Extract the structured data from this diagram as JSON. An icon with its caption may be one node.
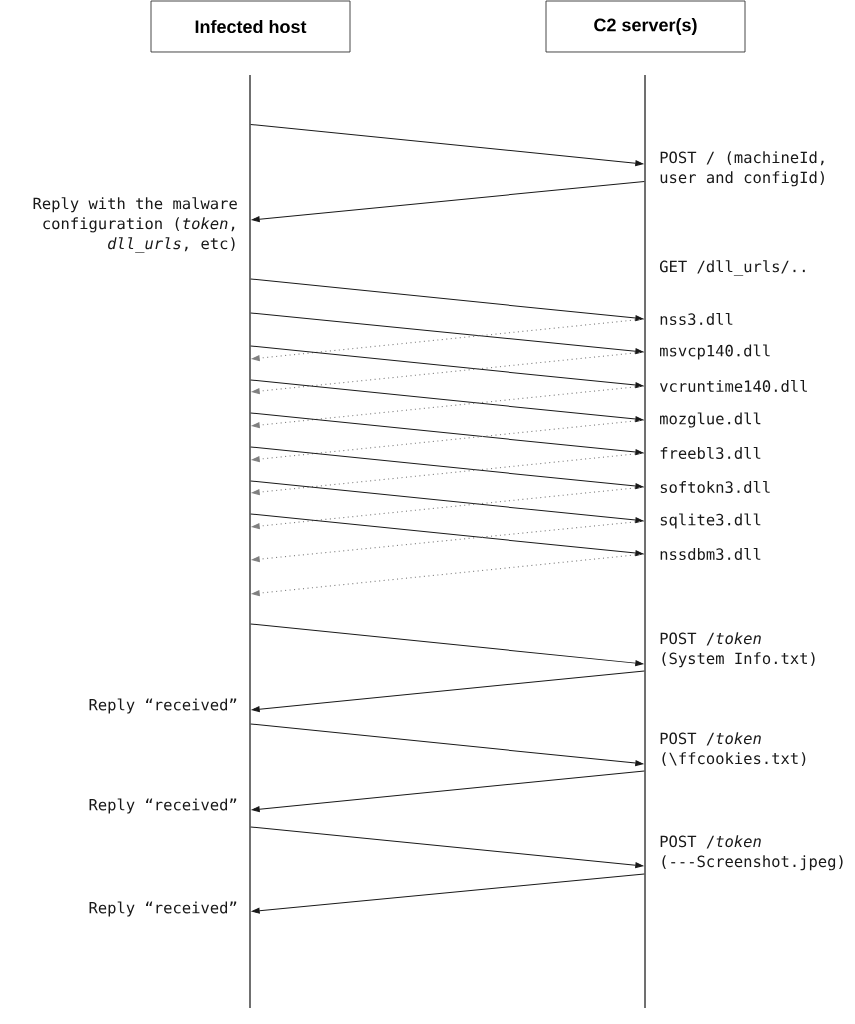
{
  "diagram": {
    "nodes": [
      {
        "text": [
          "Infected host"
        ]
      },
      {
        "text": [
          "C2 server(s)"
        ]
      },
      {
        "text": [],
        "shape": "line"
      },
      {
        "text": [],
        "shape": "line"
      }
    ],
    "edges": [
      {
        "from": 2,
        "to": 3,
        "arrow": "to",
        "label": "POST / (machineId, user and configId)"
      },
      {
        "from": 3,
        "to": 2,
        "arrow": "to",
        "label": "Reply with the malware configuration (*token*, *dll_urls*, etc)"
      },
      {
        "from": 2,
        "to": 3,
        "arrow": "to",
        "label": "nss3.dll"
      },
      {
        "from": 2,
        "to": 3,
        "arrow": "to",
        "label": "msvcp140.dll"
      },
      {
        "from": 3,
        "to": 2,
        "arrow": "to",
        "style": "dashed",
        "color": "#808080"
      },
      {
        "from": 2,
        "to": 3,
        "arrow": "to",
        "label": "vcruntime140.dll"
      },
      {
        "from": 3,
        "to": 2,
        "arrow": "to",
        "style": "dashed",
        "color": "#808080"
      },
      {
        "from": 2,
        "to": 3,
        "arrow": "to",
        "label": "mozglue.dll"
      },
      {
        "from": 3,
        "to": 2,
        "arrow": "to",
        "style": "dashed",
        "color": "#808080"
      },
      {
        "from": 2,
        "to": 3,
        "arrow": "to",
        "label": "freebl3.dll"
      },
      {
        "from": 3,
        "to": 2,
        "arrow": "to",
        "style": "dashed",
        "color": "#808080"
      },
      {
        "from": 2,
        "to": 3,
        "arrow": "to",
        "label": "softokn3.dll"
      },
      {
        "from": 3,
        "to": 2,
        "arrow": "to",
        "style": "dashed",
        "color": "#808080"
      },
      {
        "from": 2,
        "to": 3,
        "arrow": "to",
        "label": "sqlite3.dll"
      },
      {
        "from": 3,
        "to": 2,
        "arrow": "to",
        "style": "dashed",
        "color": "#808080"
      },
      {
        "from": 2,
        "to": 3,
        "arrow": "to",
        "label": "nssdbm3.dll"
      },
      {
        "from": 3,
        "to": 2,
        "arrow": "to",
        "style": "dashed",
        "color": "#808080"
      },
      {
        "from": 3,
        "to": 2,
        "arrow": "to",
        "style": "dashed",
        "color": "#808080"
      },
      {
        "from": 2,
        "to": 3,
        "arrow": "to",
        "label": "POST /*token* (System Info.txt)"
      },
      {
        "from": 3,
        "to": 2,
        "arrow": "to",
        "label": "Reply “received”"
      },
      {
        "from": 2,
        "to": 3,
        "arrow": "to",
        "label": "POST /*token* (\\ffcookies.txt)"
      },
      {
        "from": 3,
        "to": 2,
        "arrow": "to",
        "label": "Reply “received”"
      },
      {
        "from": 2,
        "to": 3,
        "arrow": "to",
        "label": "POST /*token* (---Screenshot.jpeg)"
      },
      {
        "from": 3,
        "to": 2,
        "arrow": "to",
        "label": "Reply “received”"
      }
    ],
    "labels": [
      "GET /dll_urls/.."
    ]
  }
}
